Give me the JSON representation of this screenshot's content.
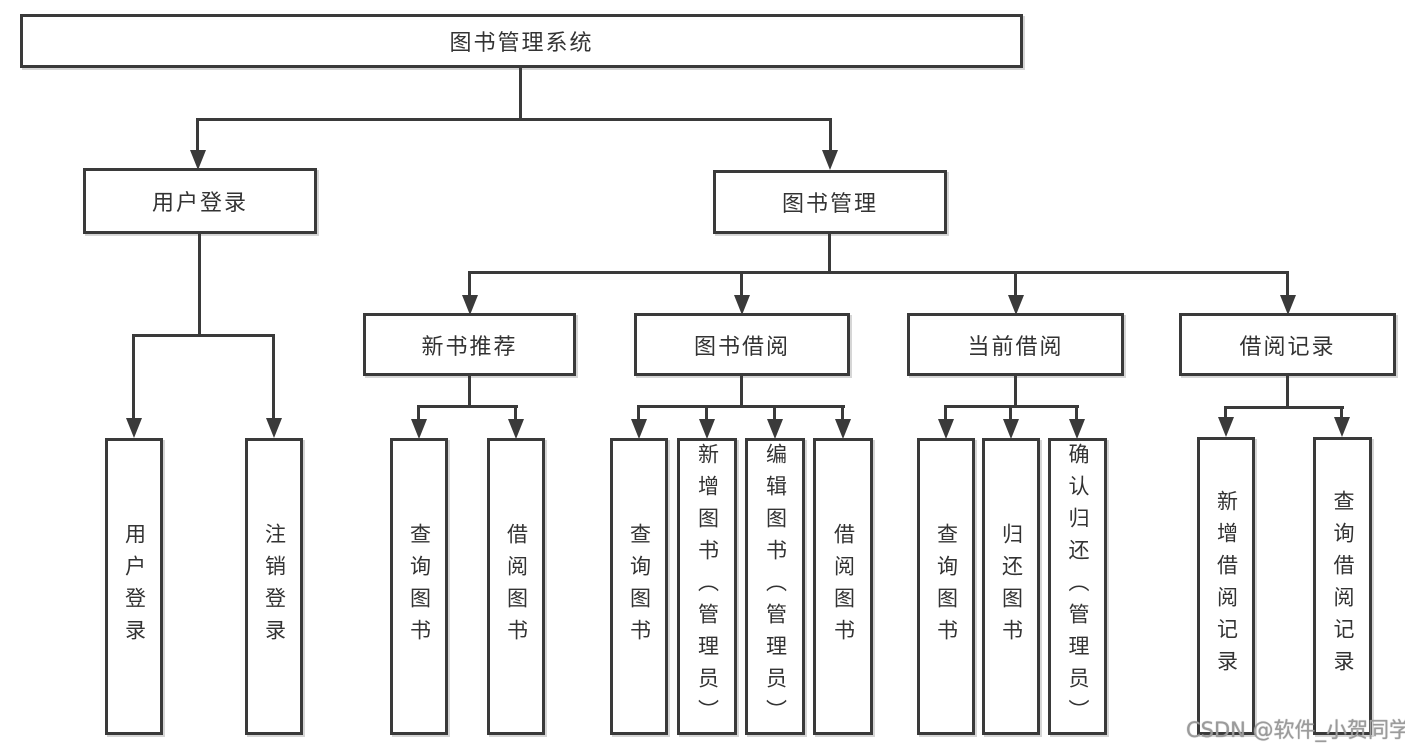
{
  "tree": {
    "label": "图书管理系统",
    "children": [
      {
        "label": "用户登录",
        "children": [
          {
            "label": "用户登录"
          },
          {
            "label": "注销登录"
          }
        ]
      },
      {
        "label": "图书管理",
        "children": [
          {
            "label": "新书推荐",
            "children": [
              {
                "label": "查询图书"
              },
              {
                "label": "借阅图书"
              }
            ]
          },
          {
            "label": "图书借阅",
            "children": [
              {
                "label": "查询图书"
              },
              {
                "label": "新增图书（管理员）"
              },
              {
                "label": "编辑图书（管理员）"
              },
              {
                "label": "借阅图书"
              }
            ]
          },
          {
            "label": "当前借阅",
            "children": [
              {
                "label": "查询图书"
              },
              {
                "label": "归还图书"
              },
              {
                "label": "确认归还（管理员）"
              }
            ]
          },
          {
            "label": "借阅记录",
            "children": [
              {
                "label": "新增借阅记录"
              },
              {
                "label": "查询借阅记录"
              }
            ]
          }
        ]
      }
    ]
  },
  "watermark": {
    "text": "CSDN @软件_小贺同学"
  },
  "colors": {
    "line": "#3a3a3a",
    "box_border": "#3a3a3a",
    "box_fill": "#ffffff",
    "text": "#333333",
    "watermark": "#9b9b9b",
    "background": "#ffffff"
  }
}
